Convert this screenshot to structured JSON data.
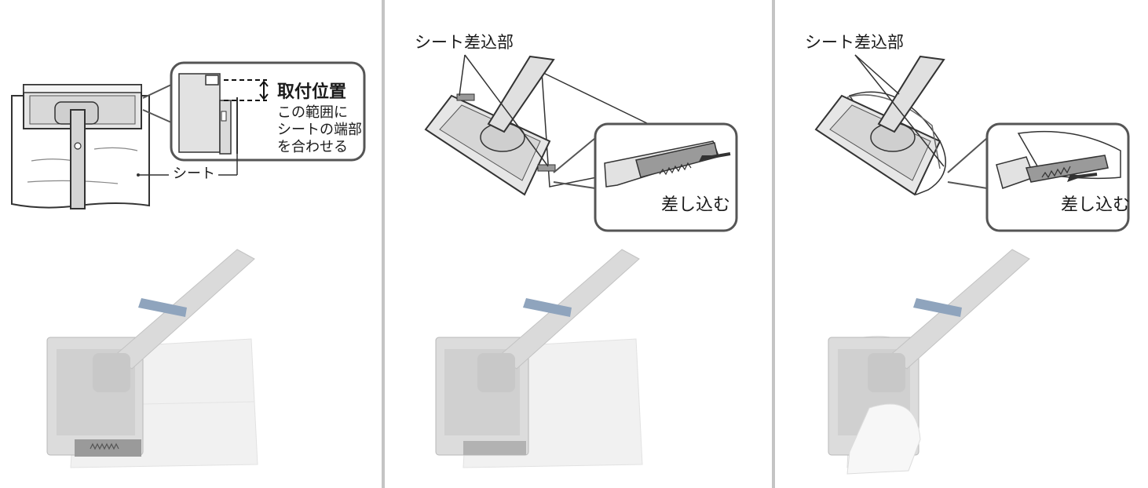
{
  "panel1": {
    "callout_title": "取付位置",
    "callout_note": [
      "この範囲に",
      "シートの端部",
      "を合わせる"
    ],
    "sheet_label": "シート"
  },
  "panel2": {
    "slot_label": "シート差込部",
    "insert_label": "差し込む"
  },
  "panel3": {
    "slot_label": "シート差込部",
    "insert_label": "差し込む"
  },
  "colors": {
    "divider": "#c4c4c4",
    "line_art": "#333333",
    "callout_border": "#555555",
    "band_blue": "#8fa4bd",
    "body_gray": "#dcdcdc",
    "sheet_white": "#f1f1f1"
  }
}
